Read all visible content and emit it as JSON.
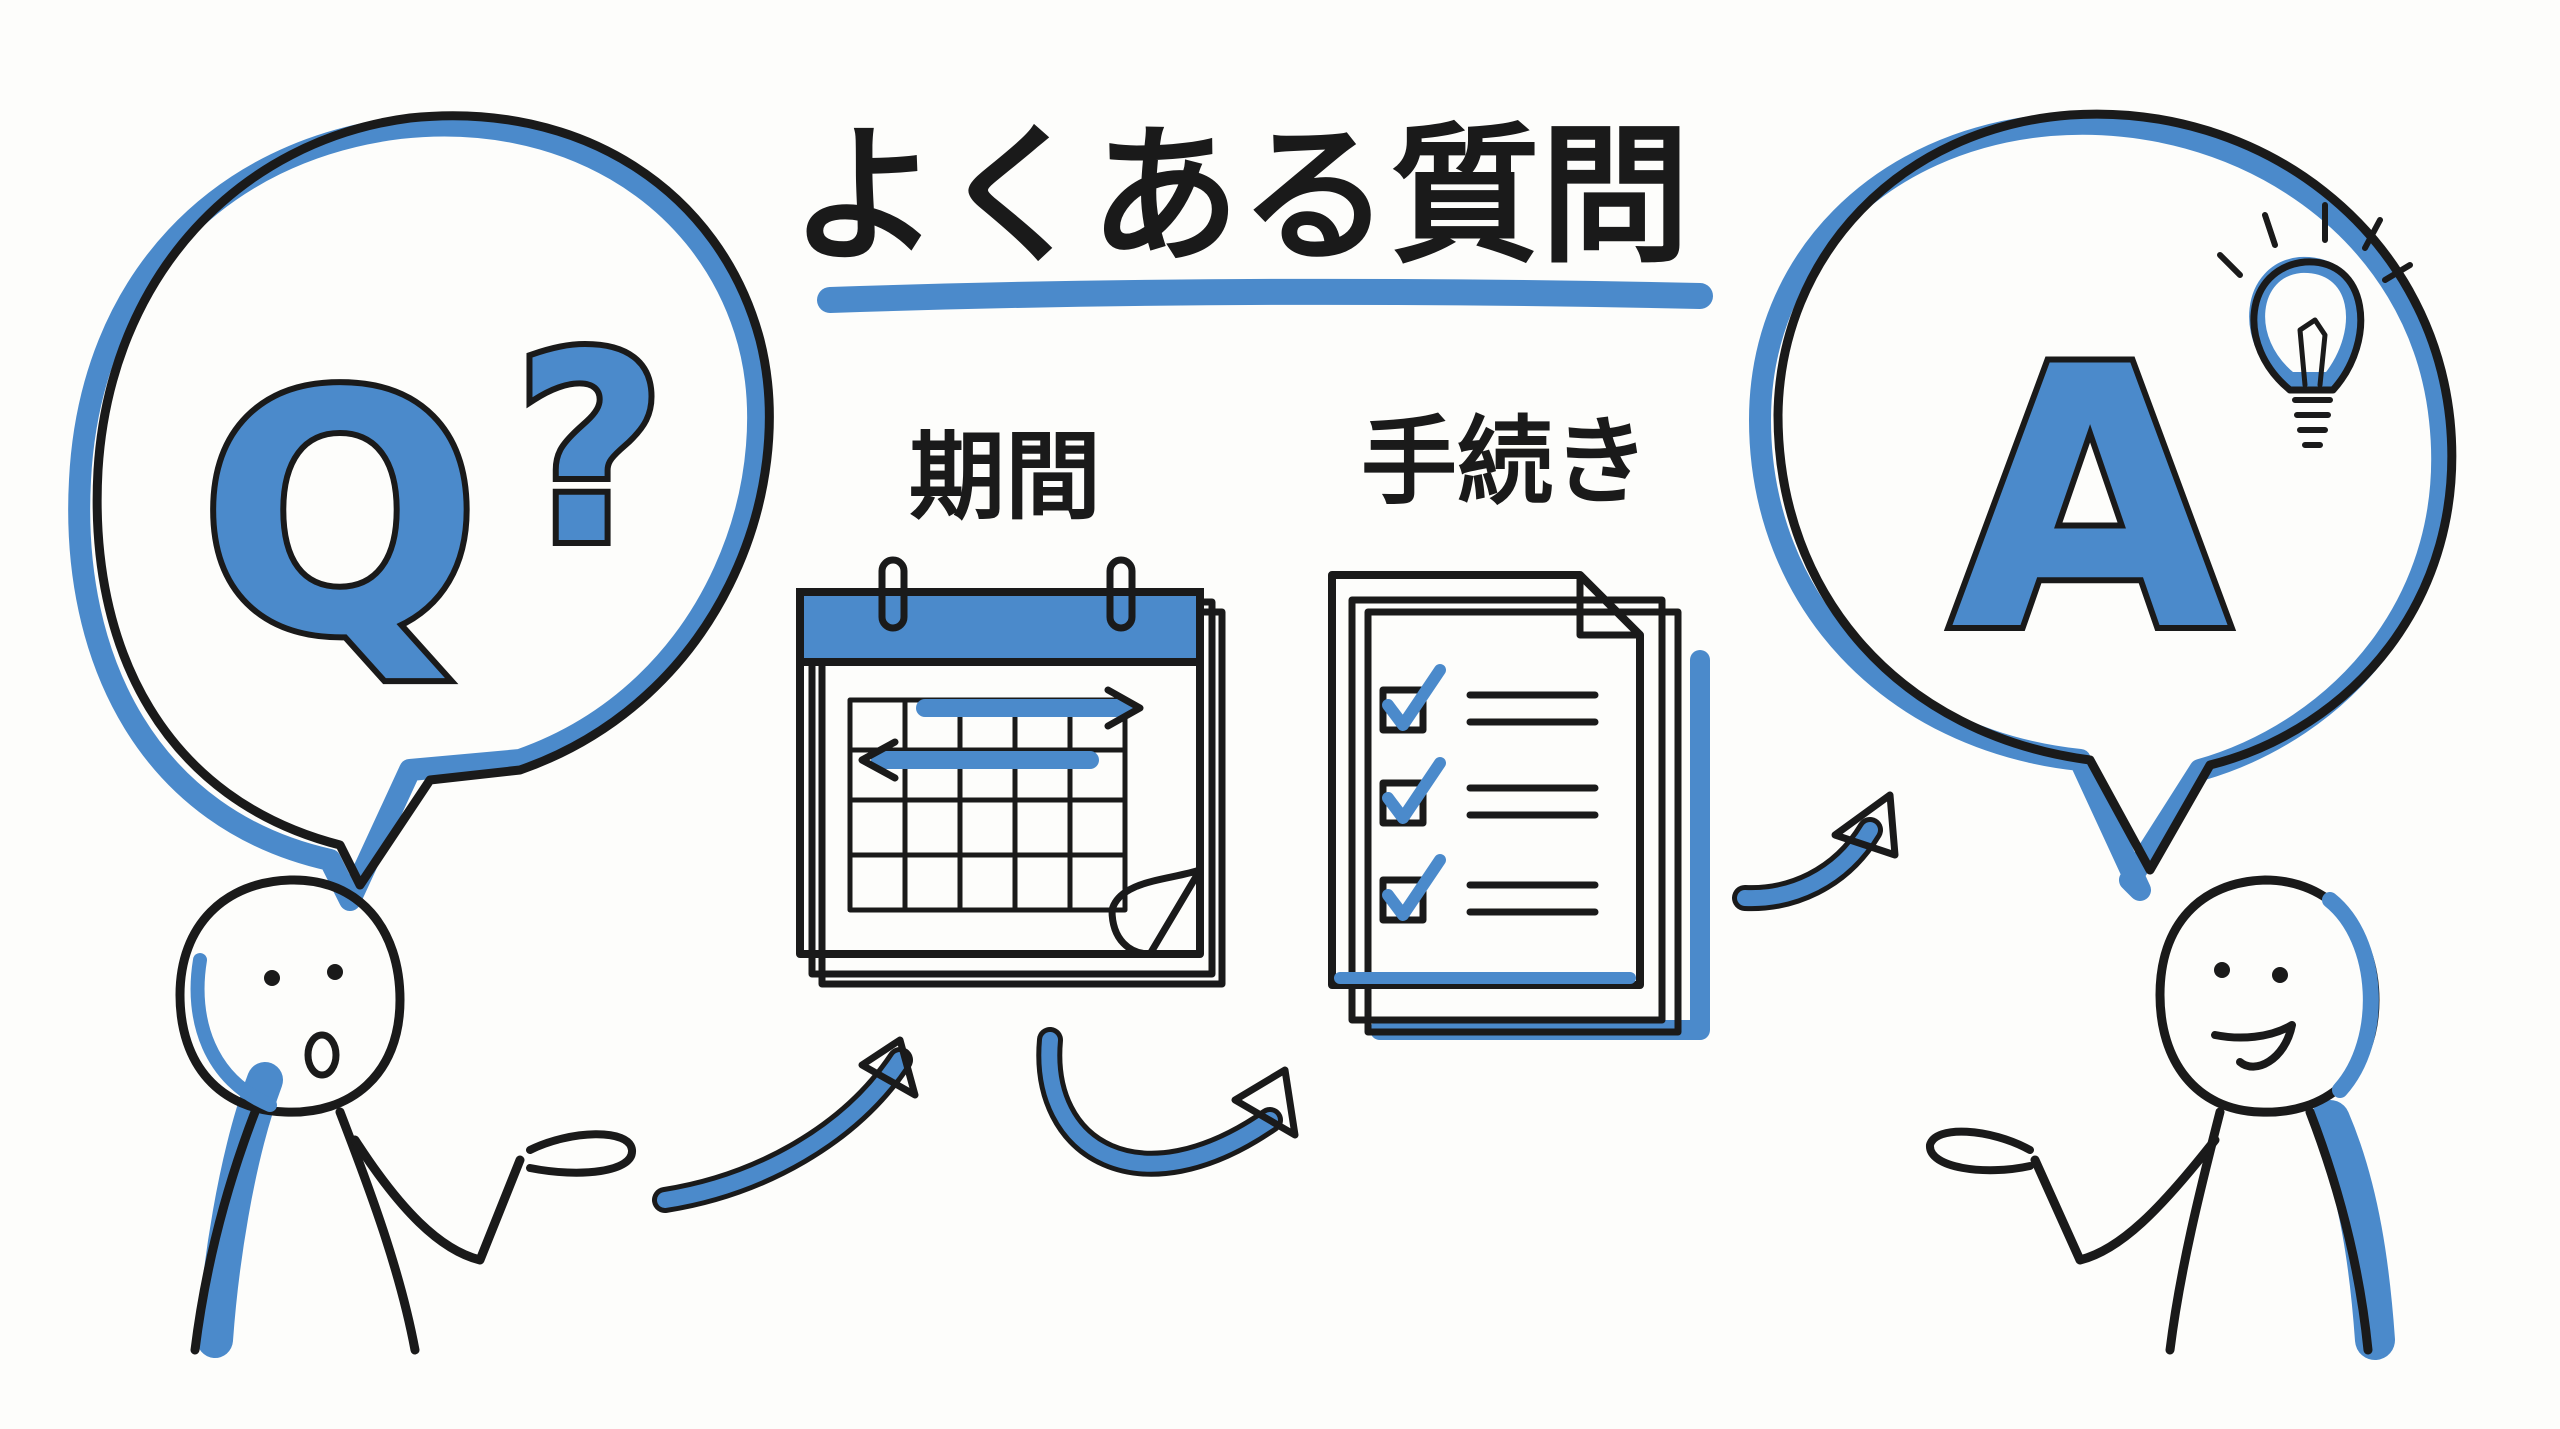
{
  "title": "よくある質問",
  "question_bubble": {
    "letter": "Q",
    "mark": "?"
  },
  "answer_bubble": {
    "letter": "A"
  },
  "topics": [
    {
      "label": "期間",
      "icon": "calendar-icon"
    },
    {
      "label": "手続き",
      "icon": "checklist-document-icon"
    }
  ],
  "colors": {
    "accent": "#4b8acb",
    "ink": "#1a1a1a",
    "background": "#fdfdfb"
  }
}
